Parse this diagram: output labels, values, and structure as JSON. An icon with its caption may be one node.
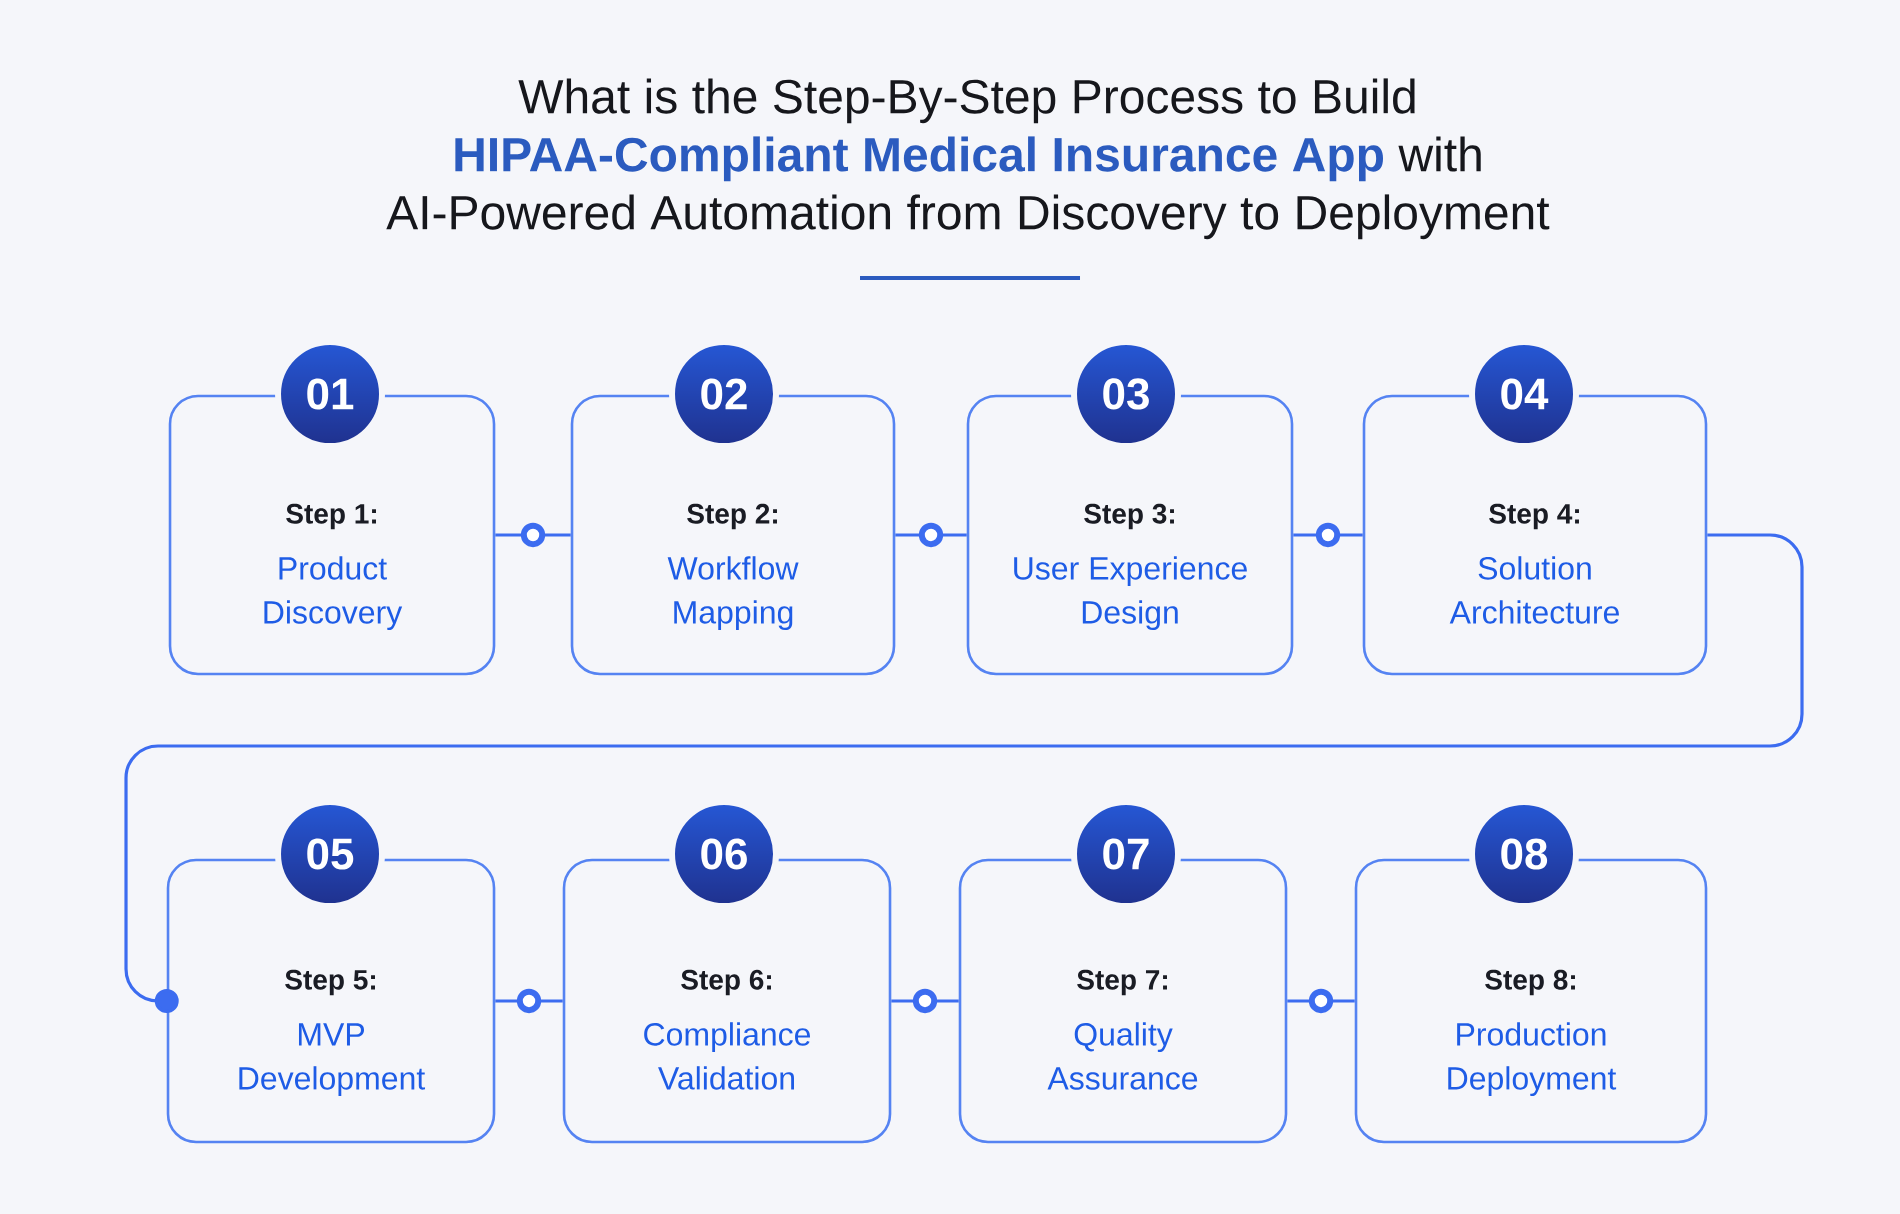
{
  "diagram": {
    "title": "What is the Step-By-Step Process to Build **HIPAA-Compliant Medical Insurance App** with AI-Powered Automation from Discovery to Deployment",
    "nodes": [
      {
        "text": [
          "01"
        ]
      },
      {
        "text": [
          "Step 1:",
          "Product Discovery"
        ]
      },
      {
        "text": [
          "02"
        ]
      },
      {
        "text": [
          "Step 2:",
          "Workflow Mapping"
        ]
      },
      {
        "text": [
          "03"
        ]
      },
      {
        "text": [
          "Step 3:",
          "User Experience Design"
        ]
      },
      {
        "text": [
          "04"
        ]
      },
      {
        "text": [
          "Step 4:",
          "Solution Architecture"
        ]
      },
      {
        "text": [
          "05"
        ]
      },
      {
        "text": [
          "Step 5:",
          "MVP Development"
        ]
      },
      {
        "text": [
          "06"
        ]
      },
      {
        "text": [
          "Step 6:",
          "Compliance Validation"
        ]
      },
      {
        "text": [
          "07"
        ]
      },
      {
        "text": [
          "Step 7:",
          "Quality Assurance"
        ]
      },
      {
        "text": [
          "08"
        ]
      },
      {
        "text": [
          "Step 8:",
          "Production Deployment"
        ]
      }
    ],
    "edges": [
      {
        "from": 1,
        "to": 3,
        "arrow": "none"
      },
      {
        "from": 3,
        "to": 5,
        "arrow": "none"
      },
      {
        "from": 5,
        "to": 7,
        "arrow": "none"
      },
      {
        "from": 7,
        "to": 9,
        "arrow": "other"
      },
      {
        "from": 9,
        "to": 11,
        "arrow": "none"
      },
      {
        "from": 11,
        "to": 13,
        "arrow": "none"
      },
      {
        "from": 13,
        "to": 15,
        "arrow": "none"
      }
    ]
  }
}
